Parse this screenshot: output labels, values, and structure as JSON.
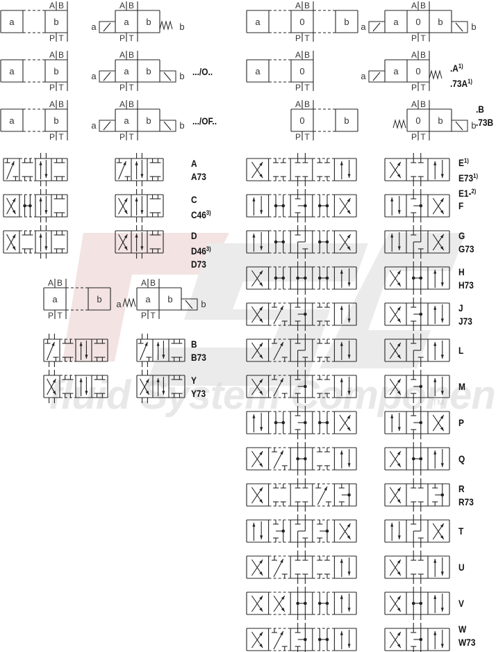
{
  "watermark": {
    "text": "fluid System Components",
    "tm": "TM",
    "logo_colors": [
      "#e8c8c8",
      "#d8d8d8"
    ]
  },
  "ports": {
    "a": "A",
    "b": "B",
    "p": "P",
    "t": "T"
  },
  "positions": {
    "a": "a",
    "b": "b",
    "zero": "0"
  },
  "labels": [
    {
      "id": "O",
      "lines": [
        {
          "text": ".../O..",
          "sup": ""
        }
      ]
    },
    {
      "id": "OF",
      "lines": [
        {
          "text": ".../OF..",
          "sup": ""
        }
      ]
    },
    {
      "id": "A1",
      "lines": [
        {
          "text": ".A",
          "sup": "1)"
        },
        {
          "text": ".73A",
          "sup": "1)"
        }
      ]
    },
    {
      "id": "B1",
      "lines": [
        {
          "text": ".B",
          "sup": ""
        },
        {
          "text": ".73B",
          "sup": ""
        }
      ]
    },
    {
      "id": "A",
      "lines": [
        {
          "text": "A",
          "sup": ""
        },
        {
          "text": "A73",
          "sup": ""
        }
      ]
    },
    {
      "id": "C",
      "lines": [
        {
          "text": "C",
          "sup": ""
        },
        {
          "text": "C46",
          "sup": "3)"
        }
      ]
    },
    {
      "id": "D",
      "lines": [
        {
          "text": "D",
          "sup": ""
        },
        {
          "text": "D46",
          "sup": "3)"
        },
        {
          "text": "D73",
          "sup": ""
        }
      ]
    },
    {
      "id": "B",
      "lines": [
        {
          "text": "B",
          "sup": ""
        },
        {
          "text": "B73",
          "sup": ""
        }
      ]
    },
    {
      "id": "Y",
      "lines": [
        {
          "text": "Y",
          "sup": ""
        },
        {
          "text": "Y73",
          "sup": ""
        }
      ]
    },
    {
      "id": "E",
      "lines": [
        {
          "text": "E",
          "sup": "1)"
        },
        {
          "text": "E73",
          "sup": "1)"
        },
        {
          "text": "E1-",
          "sup": "2)"
        }
      ]
    },
    {
      "id": "F",
      "lines": [
        {
          "text": "F",
          "sup": ""
        }
      ]
    },
    {
      "id": "G",
      "lines": [
        {
          "text": "G",
          "sup": ""
        },
        {
          "text": "G73",
          "sup": ""
        }
      ]
    },
    {
      "id": "H",
      "lines": [
        {
          "text": "H",
          "sup": ""
        },
        {
          "text": "H73",
          "sup": ""
        }
      ]
    },
    {
      "id": "J",
      "lines": [
        {
          "text": "J",
          "sup": ""
        },
        {
          "text": "J73",
          "sup": ""
        }
      ]
    },
    {
      "id": "L",
      "lines": [
        {
          "text": "L",
          "sup": ""
        }
      ]
    },
    {
      "id": "M",
      "lines": [
        {
          "text": "M",
          "sup": ""
        }
      ]
    },
    {
      "id": "P",
      "lines": [
        {
          "text": "P",
          "sup": ""
        }
      ]
    },
    {
      "id": "Q",
      "lines": [
        {
          "text": "Q",
          "sup": ""
        }
      ]
    },
    {
      "id": "R",
      "lines": [
        {
          "text": "R",
          "sup": ""
        },
        {
          "text": "R73",
          "sup": ""
        }
      ]
    },
    {
      "id": "T",
      "lines": [
        {
          "text": "T",
          "sup": ""
        }
      ]
    },
    {
      "id": "U",
      "lines": [
        {
          "text": "U",
          "sup": ""
        }
      ]
    },
    {
      "id": "V",
      "lines": [
        {
          "text": "V",
          "sup": ""
        }
      ]
    },
    {
      "id": "W",
      "lines": [
        {
          "text": "W",
          "sup": ""
        },
        {
          "text": "W73",
          "sup": ""
        }
      ]
    }
  ]
}
